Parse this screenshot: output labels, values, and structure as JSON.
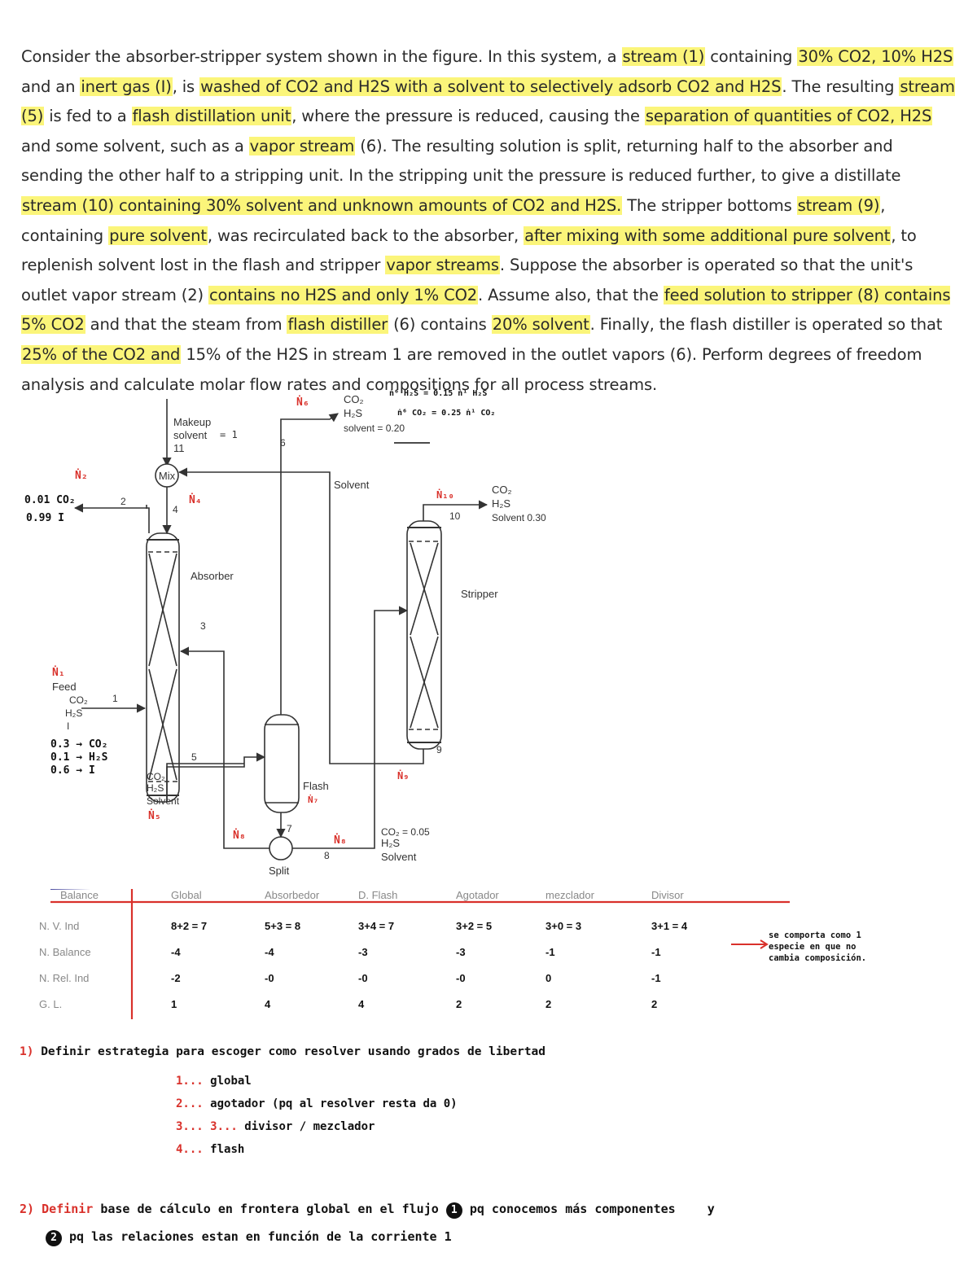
{
  "problem": {
    "segments": [
      {
        "t": "Consider the absorber-stripper system shown in the figure. In this system, a ",
        "hl": false
      },
      {
        "t": "stream (1)",
        "hl": true
      },
      {
        "t": " containing ",
        "hl": false
      },
      {
        "t": "30% CO2, 10% H2S",
        "hl": true
      },
      {
        "t": " and an ",
        "hl": false
      },
      {
        "t": "inert gas (I)",
        "hl": true
      },
      {
        "t": ", is ",
        "hl": false
      },
      {
        "t": "washed of CO2 and H2S with a solvent to selectively adsorb CO2 and H2S",
        "hl": true
      },
      {
        "t": ". The resulting ",
        "hl": false
      },
      {
        "t": "stream (5)",
        "hl": true
      },
      {
        "t": " is fed to a ",
        "hl": false
      },
      {
        "t": "flash distillation unit",
        "hl": true
      },
      {
        "t": ", where the pressure is reduced, causing the ",
        "hl": false
      },
      {
        "t": "separation of quantities of CO2, H2S",
        "hl": true
      },
      {
        "t": " and some solvent, such as a ",
        "hl": false
      },
      {
        "t": "vapor stream",
        "hl": true
      },
      {
        "t": " (6). The resulting solution is split, returning half to the absorber and sending the other half to a stripping unit. In the stripping unit the pressure is reduced further, to give a distillate ",
        "hl": false
      },
      {
        "t": "stream (10) containing 30% solvent and unknown amounts of CO2 and H2S.",
        "hl": true
      },
      {
        "t": " The stripper bottoms ",
        "hl": false
      },
      {
        "t": "stream (9)",
        "hl": true
      },
      {
        "t": ", containing ",
        "hl": false
      },
      {
        "t": "pure solvent",
        "hl": true
      },
      {
        "t": ", was recirculated back to the absorber, ",
        "hl": false
      },
      {
        "t": "after mixing with some additional pure solvent",
        "hl": true
      },
      {
        "t": ", to replenish solvent lost in the flash and stripper ",
        "hl": false
      },
      {
        "t": "vapor streams",
        "hl": true
      },
      {
        "t": ". Suppose the absorber is operated so that the unit's outlet vapor stream (2) ",
        "hl": false
      },
      {
        "t": "contains no H2S and only 1% CO2",
        "hl": true
      },
      {
        "t": ". Assume also, that the ",
        "hl": false
      },
      {
        "t": "feed solution to stripper (8) contains 5% CO2",
        "hl": true
      },
      {
        "t": " and that the steam from ",
        "hl": false
      },
      {
        "t": "flash distiller",
        "hl": true
      },
      {
        "t": " (6) contains ",
        "hl": false
      },
      {
        "t": "20% solvent",
        "hl": true
      },
      {
        "t": ". Finally, the flash distiller is operated so that ",
        "hl": false
      },
      {
        "t": "25% of the CO2 and",
        "hl": true
      },
      {
        "t": " 15% of the H2S in stream 1 are removed in the outlet vapors (6). Perform degrees of freedom analysis and calculate molar flow rates and compositions for all process streams.",
        "hl": false
      }
    ]
  },
  "figure": {
    "makeup": {
      "l1": "Makeup",
      "l2": "solvent",
      "l3": "11",
      "eq": "= 1"
    },
    "mix": "Mix",
    "absorber": "Absorber",
    "stripper": "Stripper",
    "flash": "Flash",
    "split": "Split",
    "solvent_label": "Solvent",
    "feed": "Feed",
    "co2": "CO₂",
    "h2s": "H₂S",
    "inert": "I",
    "solvent": "Solvent",
    "streams": {
      "s1": "1",
      "s2": "2",
      "s3": "3",
      "s4": "4",
      "s5": "5",
      "s6": "6",
      "s7": "7",
      "s8": "8",
      "s9": "9",
      "s10": "10"
    },
    "s6_comp": {
      "co2": "CO₂",
      "h2s": "H₂S",
      "solv": "solvent = 0.20"
    },
    "s10_comp": {
      "co2": "CO₂",
      "h2s": "H₂S",
      "solv": "Solvent 0.30"
    },
    "s8_comp": {
      "co2": "CO₂ = 0.05",
      "h2s": "H₂S",
      "solv": "Solvent"
    },
    "hw": {
      "n1": "Ṅ₁",
      "n2": "Ṅ₂",
      "n4": "Ṅ₄",
      "n5": "Ṅ₅",
      "n6": "Ṅ₆",
      "n7": "Ṅ₇",
      "n8a": "Ṅ₈",
      "n8b": "Ṅ₈",
      "n9": "Ṅ₉",
      "n10": "Ṅ₁₀",
      "s2_co2": "0.01  CO₂",
      "s2_i": "0.99  I",
      "s1_co2": "0.3 → CO₂",
      "s1_h2s": "0.1 → H₂S",
      "s1_i": "0.6 → I",
      "n6_h2s": "ṅ⁶ H₂S = 0.15 ṅ¹ H₂S",
      "n6_co2": "ṅ⁶ CO₂ = 0.25 ṅ¹ CO₂"
    }
  },
  "dof_table": {
    "header": [
      "Balance",
      "Global",
      "Absorbedor",
      "D. Flash",
      "Agotador",
      "mezclador",
      "Divisor"
    ],
    "rows": [
      {
        "label": "N. V. Ind",
        "vals": [
          "8+2 = 7",
          "5+3 = 8",
          "3+4 = 7",
          "3+2 = 5",
          "3+0 = 3",
          "3+1 = 4"
        ]
      },
      {
        "label": "N. Balance",
        "vals": [
          "-4",
          "-4",
          "-3",
          "-3",
          "-1",
          "-1"
        ]
      },
      {
        "label": "N. Rel. Ind",
        "vals": [
          "-2",
          "-0",
          "-0",
          "-0",
          "0",
          "-1"
        ]
      },
      {
        "label": "G. L.",
        "vals": [
          "1",
          "4",
          "4",
          "2",
          "2",
          "2"
        ]
      }
    ],
    "note": "se comporta como 1 especie en que no cambia composición."
  },
  "steps": {
    "q1_num": "1)",
    "q1": "Definir estrategia para escoger como resolver usando grados de libertad",
    "items": [
      {
        "n": "1...",
        "t": "global"
      },
      {
        "n": "2...",
        "t": "agotador  (pq al resolver resta da 0)"
      },
      {
        "n": "3... 3...",
        "t": "divisor / mezclador"
      },
      {
        "n": "4...",
        "t": "flash"
      }
    ],
    "q2_num": "2)",
    "q2_a": "Definir",
    "q2_b": "base de cálculo en frontera global en el flujo",
    "q2_c1": "1",
    "q2_c": "pq conocemos más componentes",
    "q2_y": "y",
    "q2_d1": "2",
    "q2_d": "pq las relaciones estan en función de la corriente 1"
  }
}
